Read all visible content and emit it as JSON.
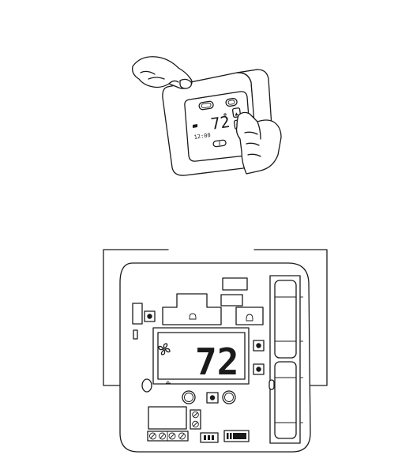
{
  "top_figure": {
    "display_temperature": "72",
    "time_readout": "12:00",
    "button_up_symbol": "▲",
    "button_down_symbol": "▼"
  },
  "bottom_figure": {
    "display_temperature": "72",
    "fan_icon": "fan-icon"
  }
}
